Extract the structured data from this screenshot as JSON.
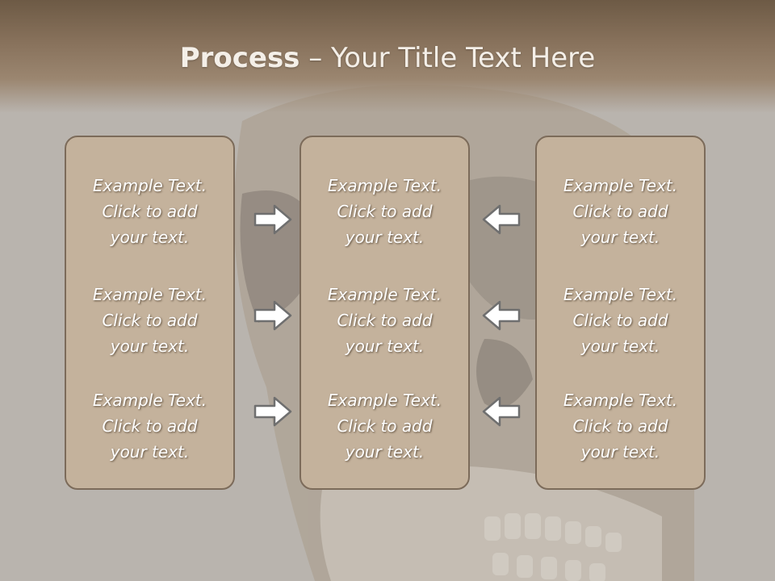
{
  "slide": {
    "title_bold": "Process",
    "title_rest": " – Your Title Text Here"
  },
  "panels": [
    {
      "blocks": [
        {
          "line1": "Example Text.",
          "line2": "Click  to add",
          "line3": "your text."
        },
        {
          "line1": "Example Text.",
          "line2": "Click  to add",
          "line3": "your text."
        },
        {
          "line1": "Example Text.",
          "line2": "Click  to add",
          "line3": "your text."
        }
      ]
    },
    {
      "blocks": [
        {
          "line1": "Example Text.",
          "line2": "Click  to add",
          "line3": "your text."
        },
        {
          "line1": "Example Text.",
          "line2": "Click  to add",
          "line3": "your text."
        },
        {
          "line1": "Example Text.",
          "line2": "Click  to add",
          "line3": "your text."
        }
      ]
    },
    {
      "blocks": [
        {
          "line1": "Example Text.",
          "line2": "Click  to add",
          "line3": "your text."
        },
        {
          "line1": "Example Text.",
          "line2": "Click  to add",
          "line3": "your text."
        },
        {
          "line1": "Example Text.",
          "line2": "Click  to add",
          "line3": "your text."
        }
      ]
    }
  ],
  "icons": {
    "left_arrows": "arrow-right-icon",
    "right_arrows": "arrow-left-icon",
    "background": "skull-photo"
  },
  "colors": {
    "header": "#7d6852",
    "panel_fill": "#c4b29c",
    "panel_border": "#7c6b5a",
    "text": "#ffffff"
  }
}
